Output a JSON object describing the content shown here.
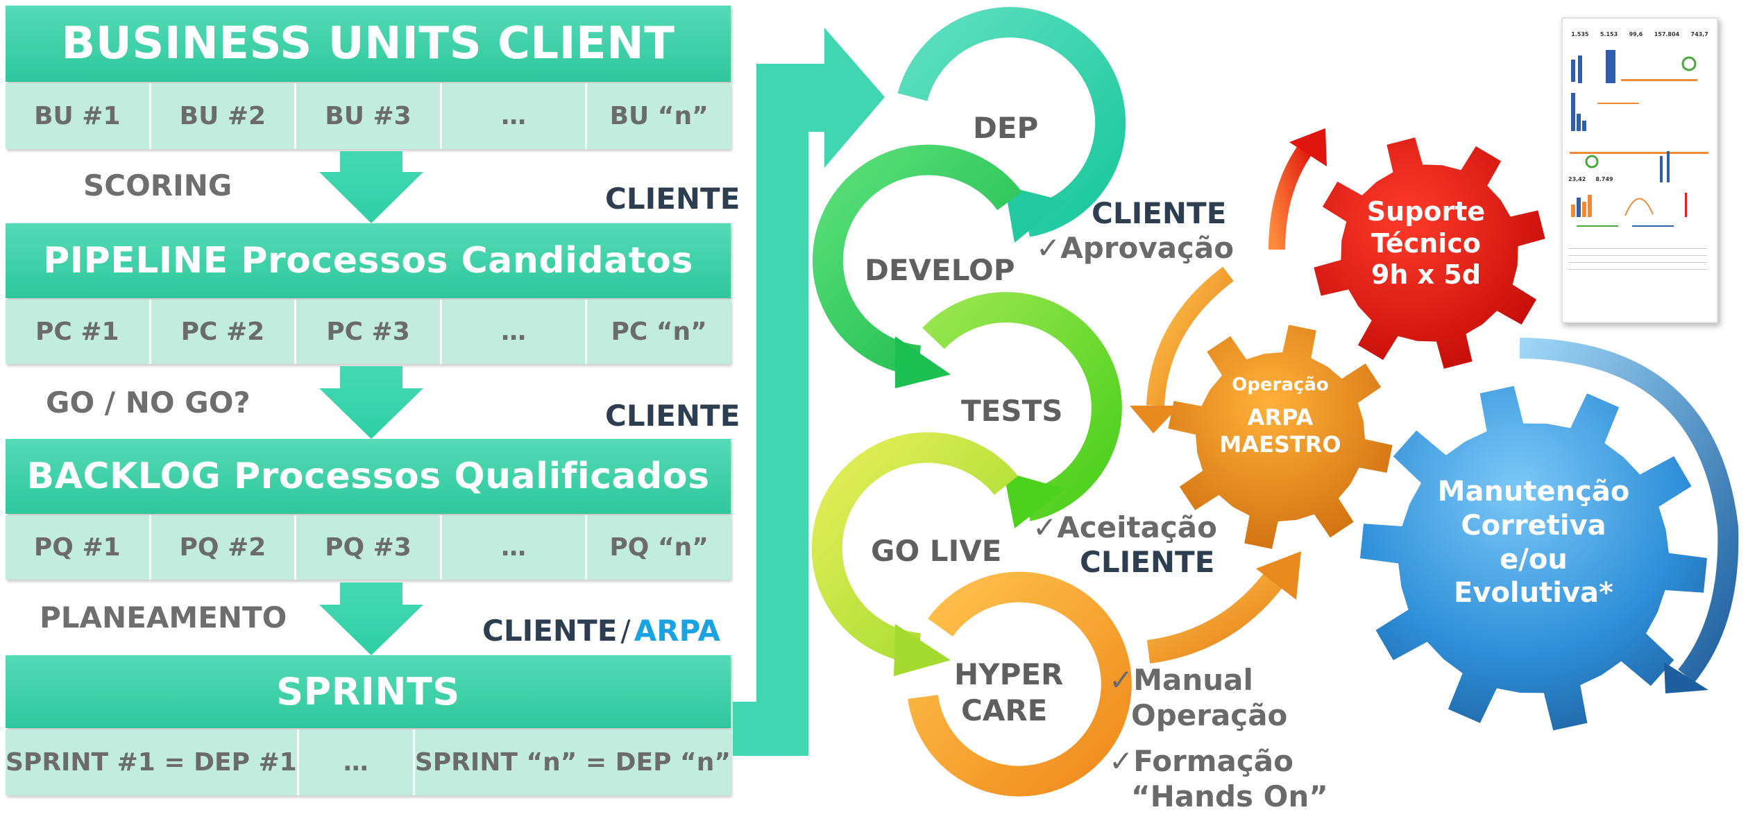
{
  "pipeline": {
    "business_units": {
      "title": "BUSINESS UNITS CLIENT",
      "cells": [
        "BU #1",
        "BU #2",
        "BU #3",
        "…",
        "BU “n”"
      ]
    },
    "step1": {
      "left_label": "SCORING",
      "right_label": "CLIENTE"
    },
    "candidates": {
      "title": "PIPELINE Processos Candidatos",
      "cells": [
        "PC #1",
        "PC #2",
        "PC #3",
        "…",
        "PC “n”"
      ]
    },
    "step2": {
      "left_label": "GO / NO GO?",
      "right_label": "CLIENTE"
    },
    "backlog": {
      "title": "BACKLOG Processos Qualificados",
      "cells": [
        "PQ #1",
        "PQ #2",
        "PQ #3",
        "…",
        "PQ “n”"
      ]
    },
    "step3": {
      "left_label": "PLANEAMENTO",
      "right_label_a": "CLIENTE",
      "separator": "/",
      "right_label_b": "ARPA"
    },
    "sprints": {
      "title": "SPRINTS",
      "cells": [
        "SPRINT #1 = DEP #1",
        "…",
        "SPRINT “n” = DEP “n”"
      ]
    }
  },
  "cycle": {
    "phases": [
      "DEP",
      "DEVELOP",
      "TESTS",
      "GO LIVE",
      "HYPER",
      "CARE"
    ],
    "checks": {
      "approval_line1": "CLIENTE",
      "approval_line2": "Aprovação",
      "acceptance_line1": "Aceitação",
      "acceptance_line2": "CLIENTE",
      "manual_line1": "Manual",
      "manual_line2": "Operação",
      "training_line1": "Formação",
      "training_line2": "“Hands On”",
      "check_mark": "✓"
    },
    "colors": [
      "#2fd3ae",
      "#22c95a",
      "#59d426",
      "#b5e03a",
      "#f5a83a"
    ]
  },
  "gears": {
    "support": {
      "line1": "Suporte",
      "line2": "Técnico",
      "line3": "9h x 5d",
      "color": "#e0150f"
    },
    "operation": {
      "line1": "Operação",
      "line2": "ARPA",
      "line3": "MAESTRO",
      "color": "#f08c1a"
    },
    "maintenance": {
      "line1": "Manutenção",
      "line2": "Corretiva",
      "line3": "e/ou",
      "line4": "Evolutiva*",
      "color": "#2f8fd8"
    }
  },
  "dashboard_thumbnail": {
    "kpis": [
      "1.535",
      "5.153",
      "99,6",
      "157.804",
      "743,7"
    ],
    "kpis2": [
      "23,42",
      "8.749"
    ]
  }
}
